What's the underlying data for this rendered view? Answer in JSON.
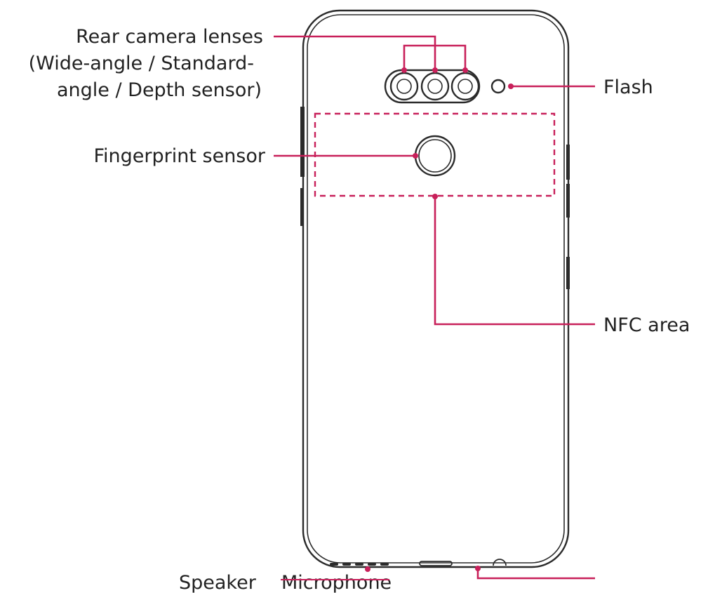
{
  "labels": {
    "rear_camera_line1": "Rear camera lenses",
    "rear_camera_line2": "(Wide-angle / Standard-",
    "rear_camera_line3": "angle / Depth sensor)",
    "flash": "Flash",
    "fingerprint": "Fingerprint sensor",
    "nfc": "NFC area",
    "speaker": "Speaker",
    "microphone": "Microphone"
  },
  "colors": {
    "leader": "#c8205a",
    "outline": "#2b2b2b",
    "text": "#222222"
  }
}
